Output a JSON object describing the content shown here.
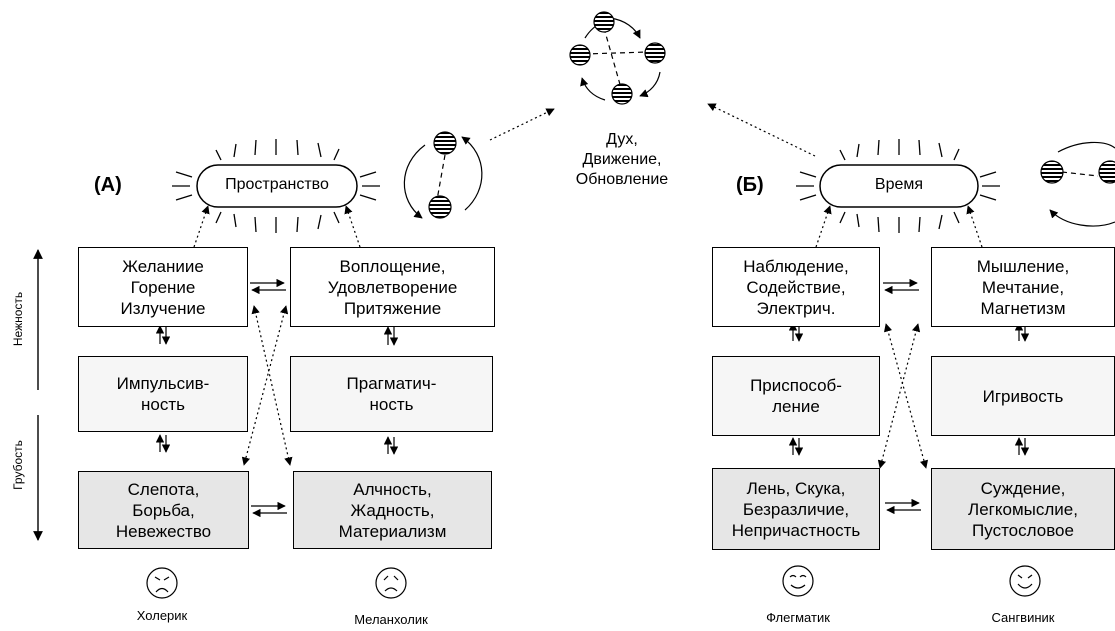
{
  "center": {
    "lines": "Дух,\nДвижение,\nОбновление"
  },
  "panel_a": {
    "label": "(А)",
    "pill": "Пространство",
    "boxes": {
      "top_left": "Желаниие\nГорение\nИзлучение",
      "top_right": "Воплощение,\nУдовлетворение\nПритяжение",
      "mid_left": "Импульсив-\nность",
      "mid_right": "Прагматич-\nность",
      "bot_left": "Слепота,\nБорьба,\nНевежество",
      "bot_right": "Алчность,\nЖадность,\nМатериализм"
    },
    "temperaments": {
      "left": "Холерик",
      "right": "Меланхолик"
    },
    "axis": {
      "upper": "Нежность",
      "lower": "Грубость"
    }
  },
  "panel_b": {
    "label": "(Б)",
    "pill": "Время",
    "boxes": {
      "top_left": "Наблюдение,\nСодействие,\nЭлектрич.",
      "top_right": "Мышление,\nМечтание,\nМагнетизм",
      "mid_left": "Приспособ-\nление",
      "mid_right": "Игривость",
      "bot_left": "Лень, Скука,\nБезразличие,\nНепричастность",
      "bot_right": "Суждение,\nЛегкомыслие,\nПустословое"
    },
    "temperaments": {
      "left": "Флегматик",
      "right": "Сангвиник"
    }
  }
}
